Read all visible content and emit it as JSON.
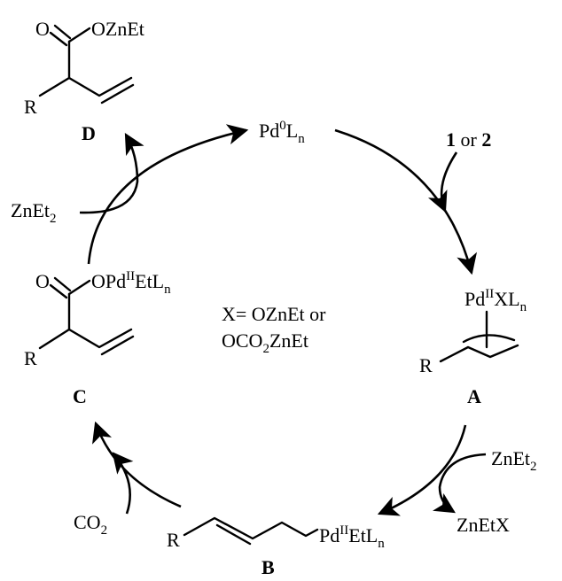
{
  "catalyst": {
    "pd": "Pd",
    "sup": "0",
    "l": "L",
    "sub": "n"
  },
  "reagent_in": {
    "a": "1",
    "mid": " or ",
    "b": "2"
  },
  "A": {
    "pd": "Pd",
    "sup": "II",
    "rest": "XL",
    "sub": "n",
    "r": "R",
    "label": "A"
  },
  "B": {
    "pd": "Pd",
    "sup": "II",
    "rest": "EtL",
    "sub": "n",
    "r": "R",
    "label": "B"
  },
  "C": {
    "o": "O",
    "opd": "OPd",
    "sup": "II",
    "rest": "EtL",
    "sub": "n",
    "r": "R",
    "label": "C"
  },
  "D": {
    "o": "O",
    "ozn": "OZnEt",
    "r": "R",
    "label": "D"
  },
  "step_transmetal": {
    "zn": "ZnEt",
    "zn_sub": "2",
    "out": "ZnEtX"
  },
  "step_co2": {
    "co": "CO",
    "sub": "2"
  },
  "step_zn_final": {
    "zn": "ZnEt",
    "zn_sub": "2"
  },
  "note": {
    "line1": "X= OZnEt or",
    "line2_a": "OCO",
    "line2_sub": "2",
    "line2_b": "ZnEt"
  }
}
